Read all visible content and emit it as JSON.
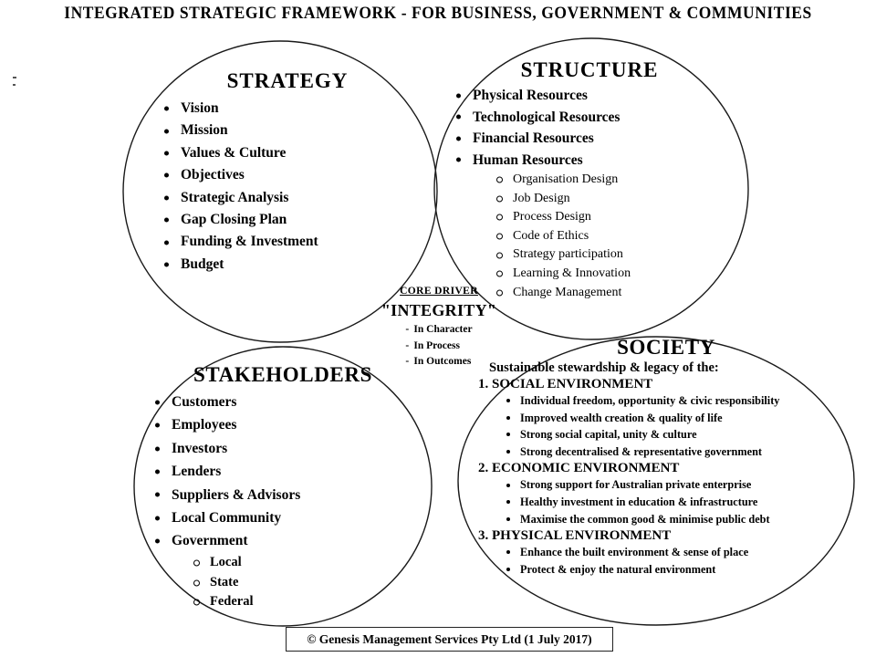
{
  "title": "INTEGRATED STRATEGIC FRAMEWORK - FOR BUSINESS, GOVERNMENT & COMMUNITIES",
  "colors": {
    "stroke": "#1a1a1a",
    "text": "#000000",
    "background": "#ffffff"
  },
  "strategy": {
    "heading": "STRATEGY",
    "items": [
      "Vision",
      "Mission",
      "Values & Culture",
      "Objectives",
      "Strategic Analysis",
      "Gap Closing Plan",
      "Funding & Investment",
      "Budget"
    ]
  },
  "structure": {
    "heading": "STRUCTURE",
    "items": [
      "Physical Resources",
      "Technological Resources",
      "Financial Resources",
      "Human Resources"
    ],
    "human_resources_subitems": [
      "Organisation Design",
      "Job Design",
      "Process Design",
      "Code of Ethics",
      "Strategy participation",
      "Learning & Innovation",
      "Change Management"
    ]
  },
  "core": {
    "label": "CORE DRIVER",
    "keyword": "\"INTEGRITY\"",
    "aspects": [
      "In Character",
      "In Process",
      "In Outcomes"
    ]
  },
  "stakeholders": {
    "heading": "STAKEHOLDERS",
    "items": [
      "Customers",
      "Employees",
      "Investors",
      "Lenders",
      "Suppliers & Advisors",
      "Local Community",
      "Government"
    ],
    "government_subitems": [
      "Local",
      "State",
      "Federal"
    ]
  },
  "society": {
    "heading": "SOCIETY",
    "subtitle": "Sustainable stewardship & legacy of the:",
    "sections": [
      {
        "number": "1.",
        "name": "SOCIAL ENVIRONMENT",
        "points": [
          "Individual freedom, opportunity & civic responsibility",
          "Improved wealth creation & quality of life",
          "Strong social capital, unity & culture",
          "Strong decentralised & representative government"
        ]
      },
      {
        "number": "2.",
        "name": "ECONOMIC ENVIRONMENT",
        "points": [
          "Strong support for Australian private enterprise",
          "Healthy investment in education & infrastructure",
          "Maximise the common good & minimise public debt"
        ]
      },
      {
        "number": "3.",
        "name": "PHYSICAL ENVIRONMENT",
        "points": [
          "Enhance the built environment & sense of place",
          "Protect & enjoy the natural environment"
        ]
      }
    ]
  },
  "footer": {
    "text": "© Genesis Management Services Pty Ltd (1 July 2017)"
  }
}
